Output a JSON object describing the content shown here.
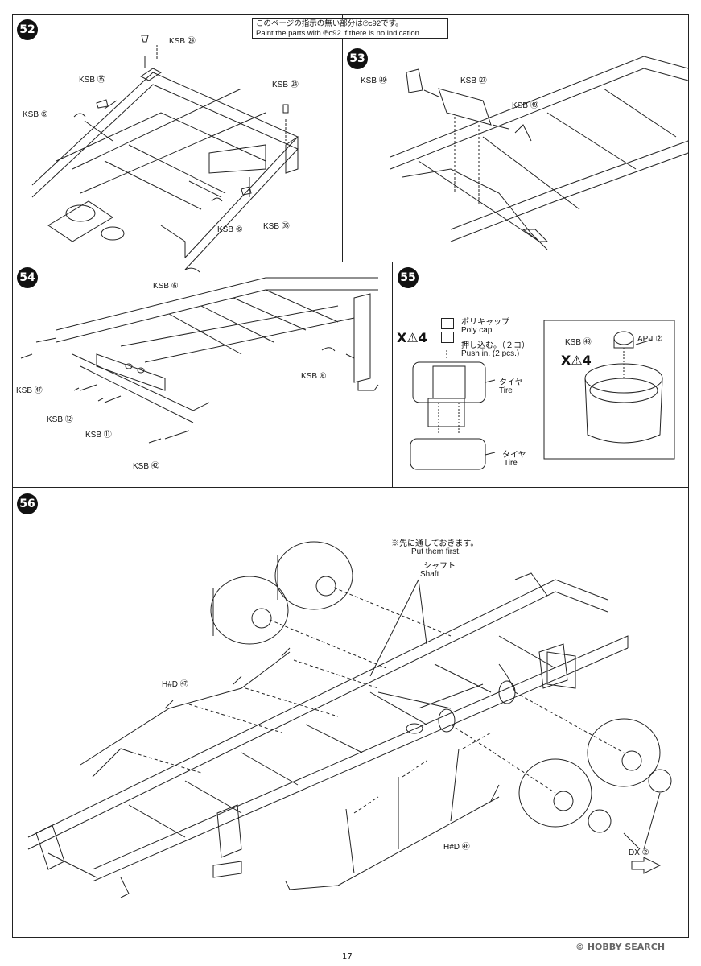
{
  "note": {
    "jp": "このページの指示の無い部分は℗c92です。",
    "en": "Paint the parts with ℗c92 if there is no indication."
  },
  "steps": {
    "s52": "52",
    "s53": "53",
    "s54": "54",
    "s55": "55",
    "s56": "56"
  },
  "step52": {
    "labels": [
      "KSB ㉔",
      "KSB ㉟",
      "KSB ⑥",
      "KSB ㉔",
      "KSB ⑥",
      "KSB ㉟"
    ]
  },
  "step53": {
    "labels": [
      "KSB ㊾",
      "KSB ㉗",
      "KSB ㊾"
    ]
  },
  "step54": {
    "labels": [
      "KSB ⑥",
      "KSB ⑥",
      "KSB ㊼",
      "KSB ⑫",
      "KSB ⑪",
      "KSB ㊷"
    ]
  },
  "step55": {
    "mark": "X⚠4",
    "polycap_jp": "ポリキャップ",
    "polycap_en": "Poly cap",
    "push_jp": "押し込む。（２コ）",
    "push_en": "Push in. (2 pcs.)",
    "tire_jp": "タイヤ",
    "tire_en": "Tire",
    "tire2_jp": "タイヤ",
    "tire2_en": "Tire",
    "hub_label": "KSB ㊾",
    "api_label": "AP-I ②",
    "mark2": "X⚠4"
  },
  "step56": {
    "shaft_note_jp": "※先に通しておきます。",
    "shaft_note_en": "Put them first.",
    "shaft_jp": "シャフト",
    "shaft_en": "Shaft",
    "hd47": "H#D ㊼",
    "hd46": "H#D ㊻",
    "dx2": "DX ②"
  },
  "footer": {
    "page": "17",
    "brand": "© HOBBY SEARCH"
  }
}
